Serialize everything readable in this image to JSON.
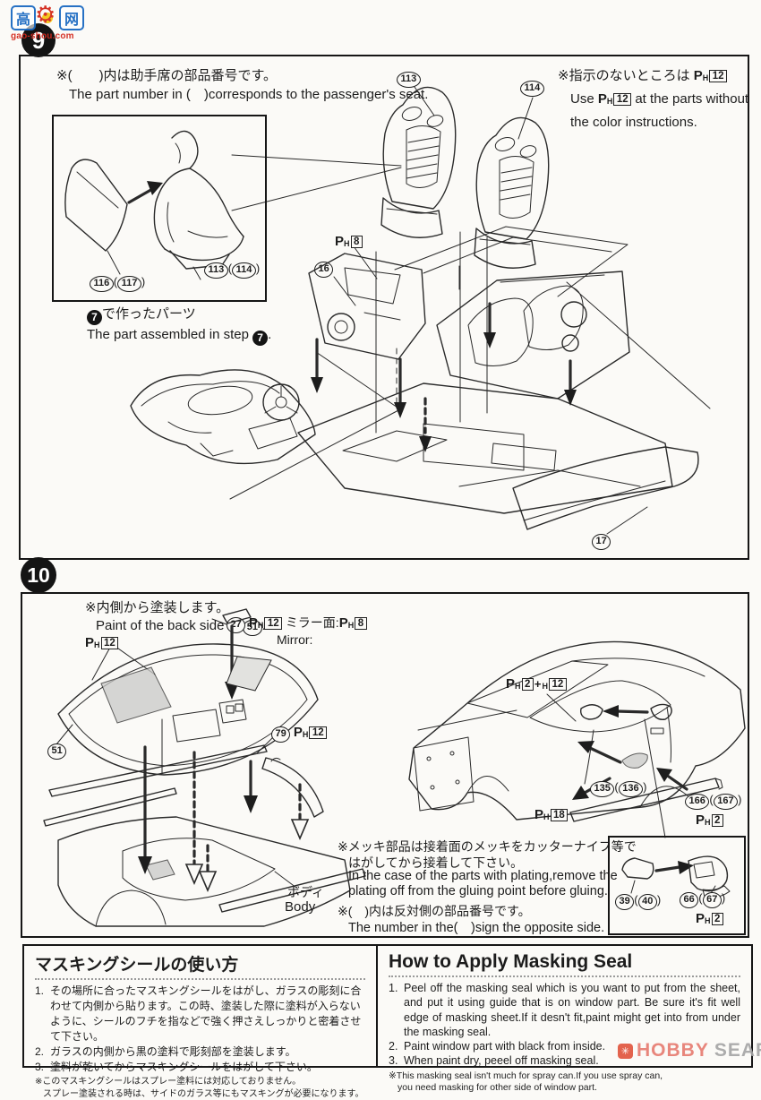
{
  "page": {
    "ink": "#1c1c1c",
    "bg": "#fbfaf7"
  },
  "misc": {
    "lp": "(",
    "rp": ")",
    "dot": ".",
    "empty_paren_jp": "(　　)",
    "empty_paren_en": "(　)"
  },
  "paint": {
    "P": "P",
    "H": "H",
    "plus": "+",
    "n2": "2",
    "n8": "8",
    "n12": "12",
    "n18": "18"
  },
  "watermarks": {
    "gaoshou": {
      "left_char": "高",
      "right_char": "网",
      "gear": "⚙",
      "site": "gao-shou.com"
    },
    "hobbysearch": {
      "icon": "✳",
      "word1": "HOBBY",
      "word2": "SEARCH"
    }
  },
  "step9": {
    "badge": "9",
    "note_passenger_jp": "※(　　)内は助手席の部品番号です。",
    "note_passenger_en": "The part number in (　)corresponds to the passenger's seat.",
    "note_nocolor_jp": "※指示のないところは",
    "note_nocolor_en1a": "Use",
    "note_nocolor_en1b": "at the parts without",
    "note_nocolor_en2": "the color instructions.",
    "step7_num": "7",
    "step7_jp": "で作ったパーツ",
    "step7_en_pre": "The part assembled in step",
    "parts": {
      "p113": "113",
      "p114": "114",
      "p116": "116",
      "p117": "117",
      "p16": "16",
      "p17": "17"
    }
  },
  "step10": {
    "badge": "10",
    "note_inside_jp": "※内側から塗装します。",
    "note_inside_en_pre": "Paint of the back side of",
    "mirror_label_jp": "ミラー面:",
    "mirror_label_en": "Mirror:",
    "body_jp": "ボディ",
    "body_en": "Body",
    "note_plating_jp1": "※メッキ部品は接着面のメッキをカッターナイフ等で",
    "note_plating_jp2": "はがしてから接着して下さい。",
    "note_plating_en1": "In the case of the parts with plating,remove the",
    "note_plating_en2": "plating off from the gluing point before gluing.",
    "note_opposite_jp": "※(　)内は反対側の部品番号です。",
    "note_opposite_en": "The number in the(　)sign the opposite side.",
    "parts": {
      "p27": "27",
      "p51": "51",
      "p79": "79",
      "p135": "135",
      "p136": "136",
      "p166": "166",
      "p167": "167",
      "p39": "39",
      "p40": "40",
      "p66": "66",
      "p67": "67"
    }
  },
  "masking_jp": {
    "title": "マスキングシールの使い方",
    "items": [
      {
        "num": "1.",
        "text": "その場所に合ったマスキングシールをはがし、ガラスの彫刻に合わせて内側から貼ります。この時、塗装した際に塗料が入らないように、シールのフチを指などで強く押さえしっかりと密着させて下さい。"
      },
      {
        "num": "2.",
        "text": "ガラスの内側から黒の塗料で彫刻部を塗装します。"
      },
      {
        "num": "3.",
        "text": "塗料が乾いてからマスキングシールをはがして下さい。"
      }
    ],
    "note1": "※このマスキングシールはスプレー塗料には対応しておりません。",
    "note2": "スプレー塗装される時は、サイドのガラス等にもマスキングが必要になります。"
  },
  "masking_en": {
    "title": "How to Apply Masking Seal",
    "items": [
      {
        "num": "1.",
        "text": "Peel off the masking seal which is you want to put from the sheet, and put it using guide that is on window part. Be sure it's fit well edge of masking sheet.If it desn't fit,paint might get into from under the masking seal."
      },
      {
        "num": "2.",
        "text": "Paint window part with black from inside."
      },
      {
        "num": "3.",
        "text": "When paint dry, peeel off masking seal."
      }
    ],
    "note1": "※This masking seal isn't much for spray can.If you use spray can,",
    "note2": "you need masking for other side of window part."
  }
}
